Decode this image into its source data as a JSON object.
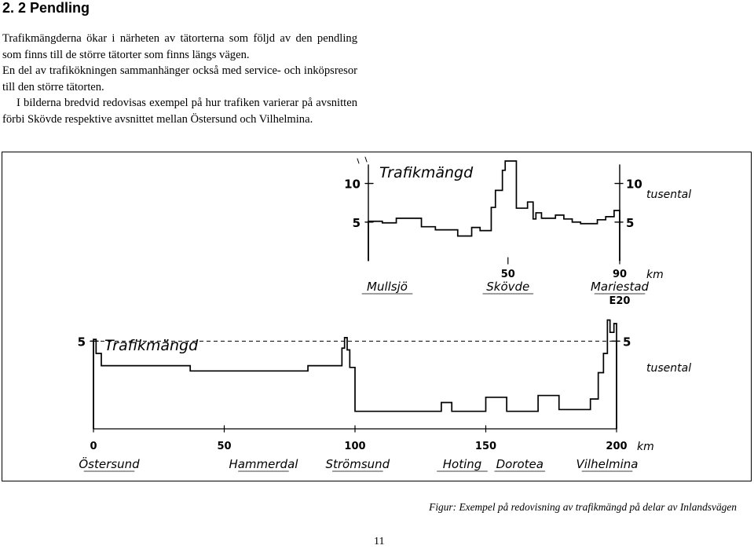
{
  "section": {
    "heading": "2. 2 Pendling"
  },
  "paragraphs": [
    "Trafikmängderna ökar i närheten av tätorterna som följd av den pendling som finns till de större tätorter som finns längs vägen.",
    "En del av trafikökningen sammanhänger också med service- och inköpsresor till den större tätorten.",
    "I bilderna bredvid redovisas exempel på hur trafiken varierar på avsnitten förbi Skövde respektive avsnittet mellan Östersund och Vilhelmina."
  ],
  "figure": {
    "caption": "Figur: Exempel på redovisning av trafikmängd på delar av Inlandsvägen",
    "chart_top": {
      "title": "Trafikmängd",
      "y_unit": "tusental",
      "x_unit": "km",
      "y_ticks": [
        {
          "value": 10,
          "label": "10"
        },
        {
          "value": 5,
          "label": "5"
        }
      ],
      "x_ticks": [
        {
          "value": 50,
          "label": "50"
        },
        {
          "value": 90,
          "label": "90"
        }
      ],
      "ylim": [
        0,
        13
      ],
      "xlim": [
        0,
        90
      ],
      "places": [
        {
          "name": "Mullsjö",
          "km": 0
        },
        {
          "name": "Skövde",
          "km": 50
        },
        {
          "name": "Mariestad",
          "km": 90
        }
      ],
      "road": "E20",
      "steps": [
        {
          "x0": 0,
          "x1": 5,
          "y": 5.1
        },
        {
          "x0": 5,
          "x1": 10,
          "y": 4.9
        },
        {
          "x0": 10,
          "x1": 19,
          "y": 5.5
        },
        {
          "x0": 19,
          "x1": 24,
          "y": 4.4
        },
        {
          "x0": 24,
          "x1": 32,
          "y": 4.0
        },
        {
          "x0": 32,
          "x1": 37,
          "y": 3.2
        },
        {
          "x0": 37,
          "x1": 40,
          "y": 4.3
        },
        {
          "x0": 40,
          "x1": 44,
          "y": 3.9
        },
        {
          "x0": 44,
          "x1": 45.5,
          "y": 6.9
        },
        {
          "x0": 45.5,
          "x1": 48,
          "y": 9.1
        },
        {
          "x0": 48,
          "x1": 49,
          "y": 11.7
        },
        {
          "x0": 49,
          "x1": 53,
          "y": 12.9
        },
        {
          "x0": 53,
          "x1": 57,
          "y": 6.8
        },
        {
          "x0": 57,
          "x1": 59,
          "y": 7.6
        },
        {
          "x0": 59,
          "x1": 60,
          "y": 5.4
        },
        {
          "x0": 60,
          "x1": 62,
          "y": 6.2
        },
        {
          "x0": 62,
          "x1": 67,
          "y": 5.5
        },
        {
          "x0": 67,
          "x1": 70,
          "y": 5.9
        },
        {
          "x0": 70,
          "x1": 73,
          "y": 5.4
        },
        {
          "x0": 73,
          "x1": 76,
          "y": 5.0
        },
        {
          "x0": 76,
          "x1": 82,
          "y": 4.8
        },
        {
          "x0": 82,
          "x1": 85,
          "y": 5.3
        },
        {
          "x0": 85,
          "x1": 88,
          "y": 5.7
        },
        {
          "x0": 88,
          "x1": 90,
          "y": 6.5
        }
      ]
    },
    "chart_bottom": {
      "title": "Trafikmängd",
      "y_unit": "tusental",
      "x_unit": "km",
      "y_ticks": [
        {
          "value": 5,
          "label": "5"
        }
      ],
      "x_ticks": [
        {
          "value": 0,
          "label": "0"
        },
        {
          "value": 50,
          "label": "50"
        },
        {
          "value": 100,
          "label": "100"
        },
        {
          "value": 150,
          "label": "150"
        },
        {
          "value": 200,
          "label": "200"
        }
      ],
      "ylim": [
        0,
        6
      ],
      "xlim": [
        0,
        200
      ],
      "places": [
        {
          "name": "Östersund",
          "km": 0
        },
        {
          "name": "Hammerdal",
          "km": 65
        },
        {
          "name": "Strömsund",
          "km": 101
        },
        {
          "name": "Hoting",
          "km": 141
        },
        {
          "name": "Dorotea",
          "km": 163
        },
        {
          "name": "Vilhelmina",
          "km": 200
        }
      ],
      "steps": [
        {
          "x0": 0,
          "x1": 1,
          "y": 5.1
        },
        {
          "x0": 1,
          "x1": 3,
          "y": 4.3
        },
        {
          "x0": 3,
          "x1": 37,
          "y": 3.6
        },
        {
          "x0": 37,
          "x1": 82,
          "y": 3.3
        },
        {
          "x0": 82,
          "x1": 95,
          "y": 3.6
        },
        {
          "x0": 95,
          "x1": 96,
          "y": 4.6
        },
        {
          "x0": 96,
          "x1": 97,
          "y": 5.2
        },
        {
          "x0": 97,
          "x1": 98,
          "y": 4.5
        },
        {
          "x0": 98,
          "x1": 100,
          "y": 3.5
        },
        {
          "x0": 100,
          "x1": 133,
          "y": 1.0
        },
        {
          "x0": 133,
          "x1": 137,
          "y": 1.5
        },
        {
          "x0": 137,
          "x1": 150,
          "y": 1.0
        },
        {
          "x0": 150,
          "x1": 158,
          "y": 1.8
        },
        {
          "x0": 158,
          "x1": 170,
          "y": 1.0
        },
        {
          "x0": 170,
          "x1": 178,
          "y": 1.9
        },
        {
          "x0": 178,
          "x1": 190,
          "y": 1.1
        },
        {
          "x0": 190,
          "x1": 193,
          "y": 1.7
        },
        {
          "x0": 193,
          "x1": 195,
          "y": 3.2
        },
        {
          "x0": 195,
          "x1": 196.5,
          "y": 4.3
        },
        {
          "x0": 196.5,
          "x1": 197.5,
          "y": 6.2
        },
        {
          "x0": 197.5,
          "x1": 199,
          "y": 5.5
        },
        {
          "x0": 199,
          "x1": 200,
          "y": 6.0
        }
      ]
    }
  },
  "page": {
    "number": "11"
  }
}
